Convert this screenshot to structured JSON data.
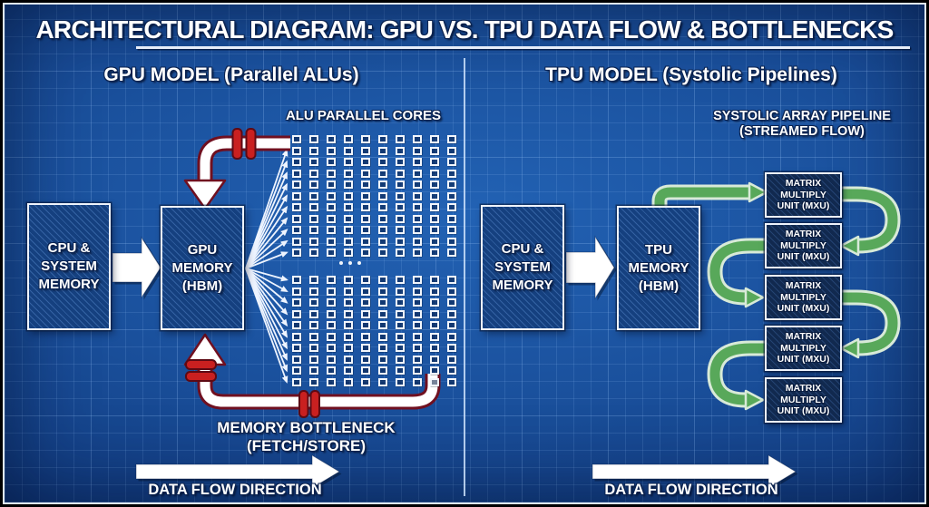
{
  "title": "ARCHITECTURAL DIAGRAM: GPU VS. TPU DATA FLOW & BOTTLENECKS",
  "gpu_panel": {
    "title": "GPU MODEL (Parallel ALUs)",
    "alu_cores_label": "ALU PARALLEL CORES",
    "cpu_box_lines": [
      "CPU &",
      "SYSTEM",
      "MEMORY"
    ],
    "memory_box_lines": [
      "GPU",
      "MEMORY",
      "(HBM)"
    ],
    "bottleneck_label_lines": [
      "MEMORY BOTTLENECK",
      "(FETCH/STORE)"
    ],
    "data_flow_label": "DATA FLOW DIRECTION",
    "alu_grid": {
      "columns": 10,
      "top_rows": 11,
      "bottom_rows": 10,
      "ellipsis_dots": 3
    }
  },
  "tpu_panel": {
    "title": "TPU MODEL (Systolic Pipelines)",
    "pipeline_label_lines": [
      "SYSTOLIC ARRAY PIPELINE",
      "(STREAMED FLOW)"
    ],
    "cpu_box_lines": [
      "CPU &",
      "SYSTEM",
      "MEMORY"
    ],
    "memory_box_lines": [
      "TPU",
      "MEMORY",
      "(HBM)"
    ],
    "mxu_units": [
      {
        "lines": [
          "MATRIX",
          "MULTIPLY",
          "UNIT (MXU)"
        ]
      },
      {
        "lines": [
          "MATRIX",
          "MULTIPLY",
          "UNIT (MXU)"
        ]
      },
      {
        "lines": [
          "MATRIX",
          "MULTIPLY",
          "UNIT (MXU)"
        ]
      },
      {
        "lines": [
          "MATRIX",
          "MULTIPLY",
          "UNIT (MXU)"
        ]
      },
      {
        "lines": [
          "MATRIX",
          "MULTIPLY",
          "UNIT (MXU)"
        ]
      }
    ],
    "data_flow_label": "DATA FLOW DIRECTION"
  },
  "colors": {
    "blueprint_center": "#2262b4",
    "blueprint_edge": "#0b2c63",
    "grid_line": "#5f93d6",
    "frame_white": "#dfe9f6",
    "box_fill": "#15407f",
    "mxu_fill": "#11294f",
    "box_border": "#eef3fb",
    "pipe_white": "#ffffff",
    "pipe_red_outline": "#701020",
    "bottleneck_red": "#c92020",
    "bottleneck_red_outline": "#5d0a14",
    "systolic_green": "#58a85a",
    "systolic_green_outline": "#d8ead8",
    "fan_arrow_white": "#eef4ff",
    "text_white": "#ffffff"
  }
}
